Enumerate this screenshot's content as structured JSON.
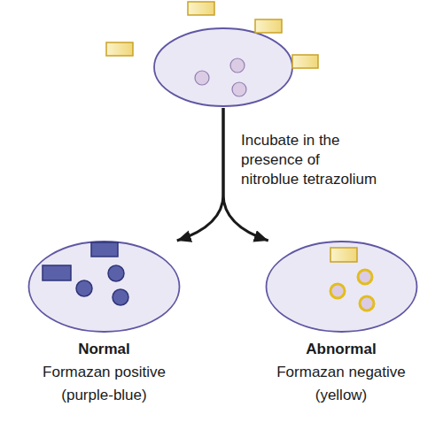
{
  "diagram": {
    "nodes": [
      {
        "text": []
      },
      {
        "text": [
          "Normal",
          "Formazan positive (purple-blue)"
        ]
      },
      {
        "text": [
          "Abnormal",
          "Formazan negative (yellow)"
        ]
      }
    ],
    "edges": [
      {
        "from": 0,
        "to": 1,
        "arrow": "to"
      },
      {
        "from": 0,
        "to": 2,
        "arrow": "to"
      }
    ],
    "labels": [
      "Incubate in the presence of nitroblue tetrazolium"
    ]
  }
}
